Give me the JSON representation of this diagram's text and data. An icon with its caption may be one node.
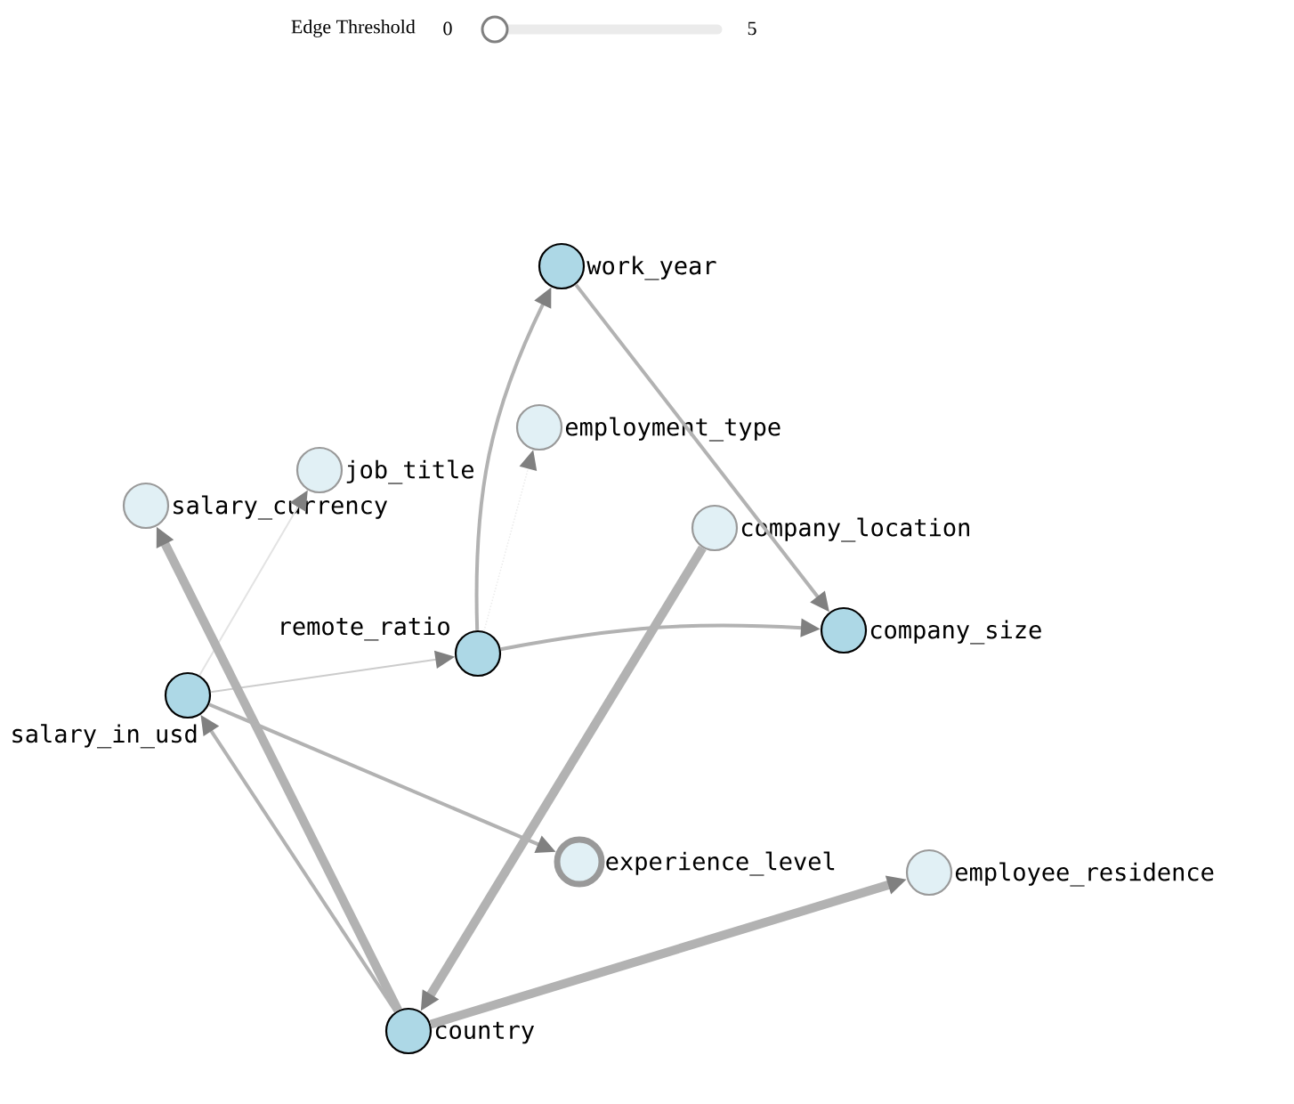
{
  "diagram": {
    "nodes": [
      {
        "text": [
          "work_year"
        ]
      },
      {
        "text": [
          "employment_type"
        ]
      },
      {
        "text": [
          "job_title"
        ]
      },
      {
        "text": [
          "salary_currency"
        ]
      },
      {
        "text": [
          "company_location"
        ]
      },
      {
        "text": [
          "company_size"
        ]
      },
      {
        "text": [
          "remote_ratio"
        ]
      },
      {
        "text": [
          "salary_in_usd"
        ]
      },
      {
        "text": [
          "experience_level"
        ]
      },
      {
        "text": [
          "employee_residence"
        ]
      },
      {
        "text": [
          "country"
        ]
      }
    ],
    "edges": [
      {
        "from": 6,
        "to": 0,
        "arrow": "to"
      },
      {
        "from": 0,
        "to": 5,
        "arrow": "to"
      },
      {
        "from": 6,
        "to": 5,
        "arrow": "to"
      },
      {
        "from": 7,
        "to": 6,
        "arrow": "to",
        "color": "#cccccc"
      },
      {
        "from": 6,
        "to": 1,
        "arrow": "to",
        "style": "dashed",
        "color": "#ebebeb"
      },
      {
        "from": 7,
        "to": 2,
        "arrow": "to",
        "color": "#e3e3e3"
      },
      {
        "from": 10,
        "to": 3,
        "arrow": "to",
        "style": "thick"
      },
      {
        "from": 10,
        "to": 7,
        "arrow": "to"
      },
      {
        "from": 7,
        "to": 8,
        "arrow": "to"
      },
      {
        "from": 4,
        "to": 10,
        "arrow": "to",
        "style": "thick"
      },
      {
        "from": 10,
        "to": 9,
        "arrow": "to",
        "style": "thick"
      }
    ],
    "labels": [
      "Edge Threshold",
      "0",
      "5"
    ]
  }
}
